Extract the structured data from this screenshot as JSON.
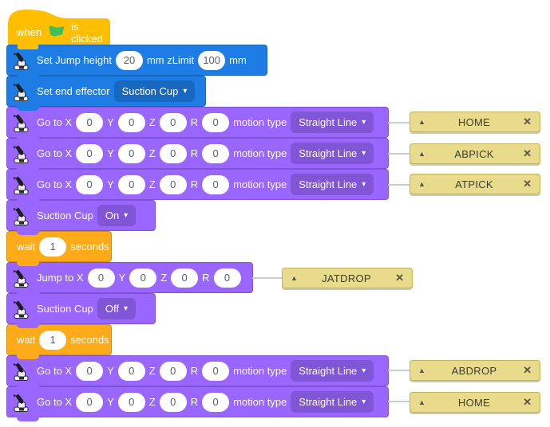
{
  "window": {
    "background": "#ffffff"
  },
  "colors": {
    "event_yellow": "#FFBF00",
    "robot_blue": "#1E7DE5",
    "motion_purple": "#9966FF",
    "control_orange": "#FFAB19",
    "flag_green": "#3DBF5A",
    "tag_background": "#E8DB8B",
    "tag_border": "#C2B25C",
    "input_text": "#575E75"
  },
  "icons": {
    "collapse_arrow": "▲",
    "close": "✕",
    "dropdown_caret": "▾"
  },
  "labels": {
    "when": "when",
    "is_clicked": "is clicked",
    "set_jump": "Set Jump height",
    "mm_zlimit": "mm zLimit",
    "mm": "mm",
    "set_end_effector": "Set end effector",
    "goto": "Go to X",
    "jump_to": "Jump to X",
    "y": "Y",
    "z": "Z",
    "r": "R",
    "motion_type": "motion type",
    "suction_cup": "Suction Cup",
    "wait": "wait",
    "seconds": "seconds"
  },
  "values": {
    "jump_height": "20",
    "z_limit": "100",
    "end_effector": "Suction Cup",
    "suction_state_1": "On",
    "suction_state_2": "Off",
    "wait_1": "1",
    "wait_2": "1",
    "jump": {
      "x": "0",
      "y": "0",
      "z": "0",
      "r": "0"
    }
  },
  "goto_rows": [
    {
      "x": "0",
      "y": "0",
      "z": "0",
      "r": "0",
      "motion": "Straight Line",
      "tag": "HOME"
    },
    {
      "x": "0",
      "y": "0",
      "z": "0",
      "r": "0",
      "motion": "Straight Line",
      "tag": "ABPICK"
    },
    {
      "x": "0",
      "y": "0",
      "z": "0",
      "r": "0",
      "motion": "Straight Line",
      "tag": "ATPICK"
    },
    {
      "x": "0",
      "y": "0",
      "z": "0",
      "r": "0",
      "motion": "Straight Line",
      "tag": "ABDROP"
    },
    {
      "x": "0",
      "y": "0",
      "z": "0",
      "r": "0",
      "motion": "Straight Line",
      "tag": "HOME"
    }
  ],
  "jump_tag": "JATDROP"
}
